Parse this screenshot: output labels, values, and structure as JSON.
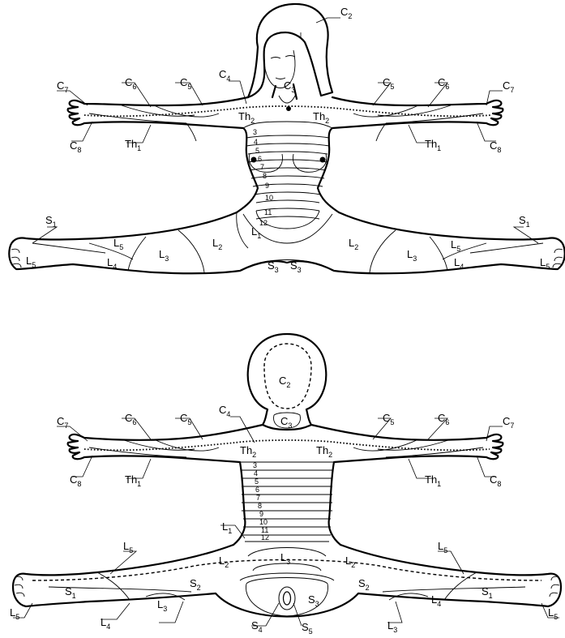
{
  "front": {
    "labels": [
      {
        "id": "f-c2",
        "base": "C",
        "sub": "2"
      },
      {
        "id": "f-c3",
        "base": "C",
        "sub": "3"
      },
      {
        "id": "f-c4",
        "base": "C",
        "sub": "4"
      },
      {
        "id": "f-c5-left",
        "base": "C",
        "sub": "5"
      },
      {
        "id": "f-c5-right",
        "base": "C",
        "sub": "5"
      },
      {
        "id": "f-c6-left",
        "base": "C",
        "sub": "6"
      },
      {
        "id": "f-c6-right",
        "base": "C",
        "sub": "6"
      },
      {
        "id": "f-c7-left",
        "base": "C",
        "sub": "7"
      },
      {
        "id": "f-c7-right",
        "base": "C",
        "sub": "7"
      },
      {
        "id": "f-c8-left",
        "base": "C",
        "sub": "8"
      },
      {
        "id": "f-c8-right",
        "base": "C",
        "sub": "8"
      },
      {
        "id": "f-th2-left",
        "base": "Th",
        "sub": "2"
      },
      {
        "id": "f-th2-right",
        "base": "Th",
        "sub": "2"
      },
      {
        "id": "f-th1-left",
        "base": "Th",
        "sub": "1"
      },
      {
        "id": "f-th1-right",
        "base": "Th",
        "sub": "1"
      },
      {
        "id": "f-l1",
        "base": "L",
        "sub": "1"
      },
      {
        "id": "f-l2-left",
        "base": "L",
        "sub": "2"
      },
      {
        "id": "f-l2-right",
        "base": "L",
        "sub": "2"
      },
      {
        "id": "f-l3-left",
        "base": "L",
        "sub": "3"
      },
      {
        "id": "f-l3-right",
        "base": "L",
        "sub": "3"
      },
      {
        "id": "f-l4-left",
        "base": "L",
        "sub": "4"
      },
      {
        "id": "f-l4-right",
        "base": "L",
        "sub": "4"
      },
      {
        "id": "f-l5-left-thigh",
        "base": "L",
        "sub": "5"
      },
      {
        "id": "f-l5-right-thigh",
        "base": "L",
        "sub": "5"
      },
      {
        "id": "f-l5-left-foot",
        "base": "L",
        "sub": "5"
      },
      {
        "id": "f-l5-right-foot",
        "base": "L",
        "sub": "5"
      },
      {
        "id": "f-s1-left",
        "base": "S",
        "sub": "1"
      },
      {
        "id": "f-s1-right",
        "base": "S",
        "sub": "1"
      },
      {
        "id": "f-s3-left",
        "base": "S",
        "sub": "3"
      },
      {
        "id": "f-s3-right",
        "base": "S",
        "sub": "3"
      }
    ],
    "thoracic_numbers": [
      "3",
      "4",
      "5",
      "6",
      "7",
      "8",
      "9",
      "10",
      "11",
      "12"
    ]
  },
  "back": {
    "labels": [
      {
        "id": "b-c2",
        "base": "C",
        "sub": "2"
      },
      {
        "id": "b-c3",
        "base": "C",
        "sub": "3"
      },
      {
        "id": "b-c4",
        "base": "C",
        "sub": "4"
      },
      {
        "id": "b-c5-left",
        "base": "C",
        "sub": "5"
      },
      {
        "id": "b-c5-right",
        "base": "C",
        "sub": "5"
      },
      {
        "id": "b-c6-left",
        "base": "C",
        "sub": "6"
      },
      {
        "id": "b-c6-right",
        "base": "C",
        "sub": "6"
      },
      {
        "id": "b-c7-left",
        "base": "C",
        "sub": "7"
      },
      {
        "id": "b-c7-right",
        "base": "C",
        "sub": "7"
      },
      {
        "id": "b-c8-left",
        "base": "C",
        "sub": "8"
      },
      {
        "id": "b-c8-right",
        "base": "C",
        "sub": "8"
      },
      {
        "id": "b-th2-left",
        "base": "Th",
        "sub": "2"
      },
      {
        "id": "b-th2-right",
        "base": "Th",
        "sub": "2"
      },
      {
        "id": "b-th1-left",
        "base": "Th",
        "sub": "1"
      },
      {
        "id": "b-th1-right",
        "base": "Th",
        "sub": "1"
      },
      {
        "id": "b-l1",
        "base": "L",
        "sub": "1"
      },
      {
        "id": "b-l2-left",
        "base": "L",
        "sub": "2"
      },
      {
        "id": "b-l2-right",
        "base": "L",
        "sub": "2"
      },
      {
        "id": "b-l3-center",
        "base": "L",
        "sub": "3"
      },
      {
        "id": "b-l3-left",
        "base": "L",
        "sub": "3"
      },
      {
        "id": "b-l3-right",
        "base": "L",
        "sub": "3"
      },
      {
        "id": "b-l4-left",
        "base": "L",
        "sub": "4"
      },
      {
        "id": "b-l4-right",
        "base": "L",
        "sub": "4"
      },
      {
        "id": "b-l5-left-thigh",
        "base": "L",
        "sub": "5"
      },
      {
        "id": "b-l5-right-thigh",
        "base": "L",
        "sub": "5"
      },
      {
        "id": "b-l5-left-foot",
        "base": "L",
        "sub": "5"
      },
      {
        "id": "b-l5-right-foot",
        "base": "L",
        "sub": "5"
      },
      {
        "id": "b-s1-left",
        "base": "S",
        "sub": "1"
      },
      {
        "id": "b-s1-right",
        "base": "S",
        "sub": "1"
      },
      {
        "id": "b-s2-left",
        "base": "S",
        "sub": "2"
      },
      {
        "id": "b-s2-right",
        "base": "S",
        "sub": "2"
      },
      {
        "id": "b-s3",
        "base": "S",
        "sub": "3"
      },
      {
        "id": "b-s4",
        "base": "S",
        "sub": "4"
      },
      {
        "id": "b-s5",
        "base": "S",
        "sub": "5"
      }
    ],
    "thoracic_numbers": [
      "3",
      "4",
      "5",
      "6",
      "7",
      "8",
      "9",
      "10",
      "11",
      "12"
    ]
  }
}
